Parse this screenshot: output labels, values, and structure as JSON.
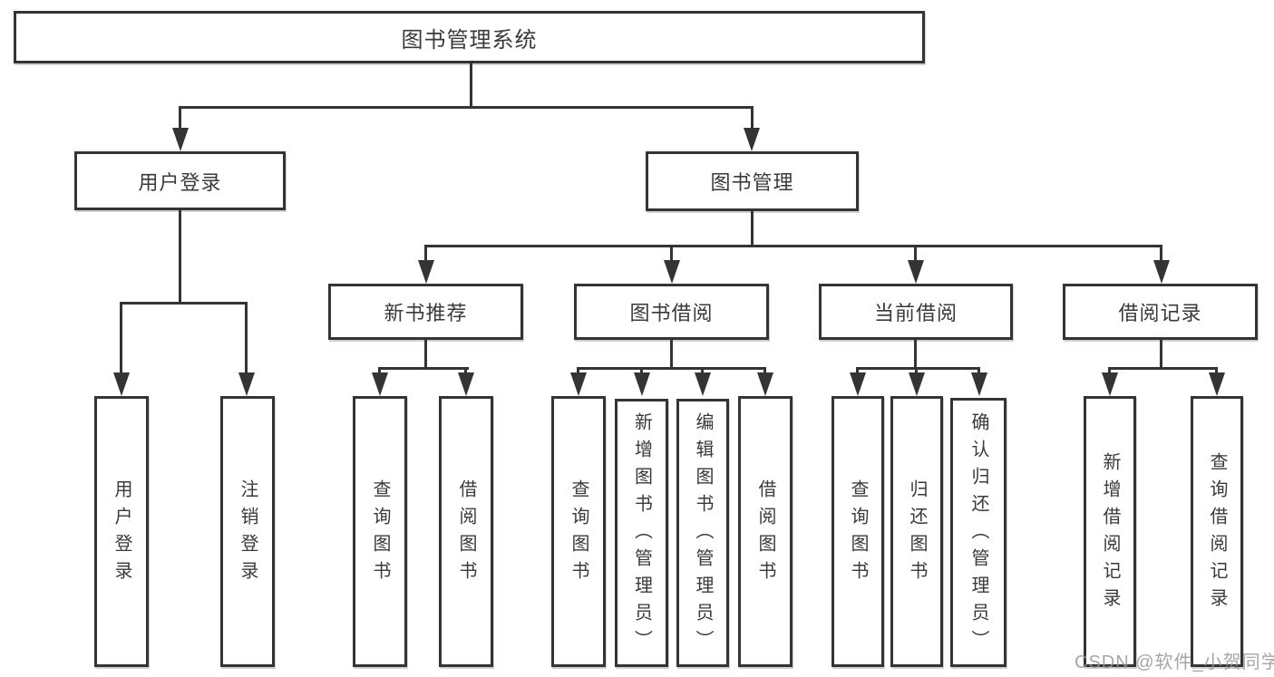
{
  "diagram": {
    "type": "tree",
    "root": {
      "label": "图书管理系统"
    },
    "level2": [
      {
        "label": "用户登录",
        "leaves": [
          "用户登录",
          "注销登录"
        ]
      },
      {
        "label": "图书管理",
        "sections": [
          {
            "label": "新书推荐",
            "leaves": [
              "查询图书",
              "借阅图书"
            ]
          },
          {
            "label": "图书借阅",
            "leaves": [
              "查询图书",
              "新增图书（管理员）",
              "编辑图书（管理员）",
              "借阅图书"
            ]
          },
          {
            "label": "当前借阅",
            "leaves": [
              "查询图书",
              "归还图书",
              "确认归还（管理员）"
            ]
          },
          {
            "label": "借阅记录",
            "leaves": [
              "新增借阅记录",
              "查询借阅记录"
            ]
          }
        ]
      }
    ]
  },
  "watermark": "CSDN @软件_小贺同学",
  "colors": {
    "line": "#343434",
    "box_background": "#ffffff",
    "text": "#3a3a3a",
    "watermark": "#969696",
    "page_background": "#ffffff"
  }
}
